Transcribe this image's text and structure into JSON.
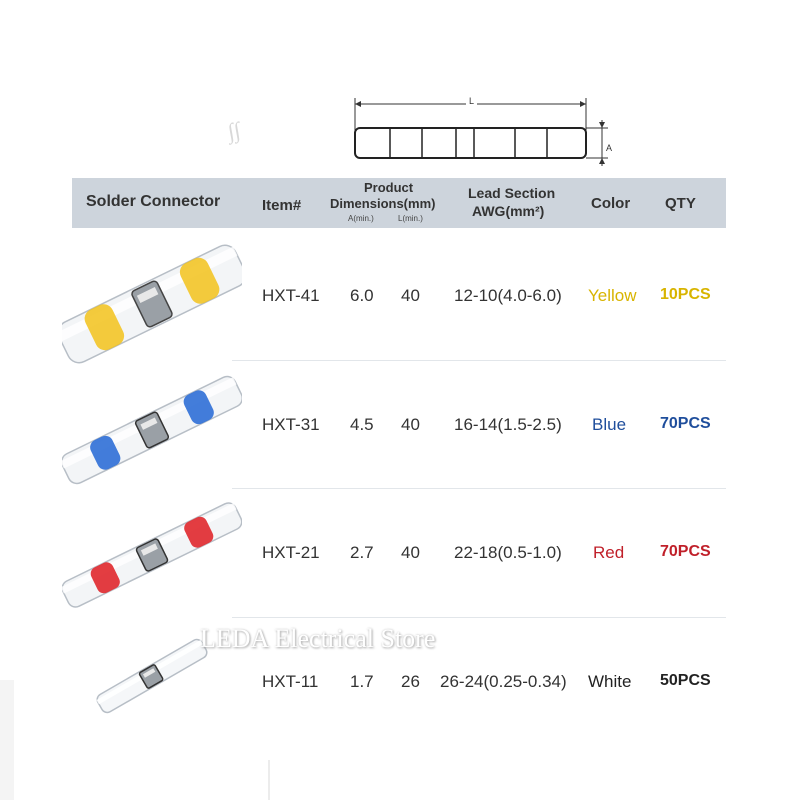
{
  "diagram": {
    "length_label": "L",
    "diameter_label": "A"
  },
  "header": {
    "col_connector": "Solder Connector",
    "col_item": "Item#",
    "col_dimensions_line1": "Product",
    "col_dimensions_line2": "Dimensions(mm)",
    "col_dim_a": "A(min.)",
    "col_dim_l": "L(min.)",
    "col_lead_line1": "Lead Section",
    "col_lead_line2": "AWG(mm²)",
    "col_color": "Color",
    "col_qty": "QTY"
  },
  "rows": [
    {
      "item": "HXT-41",
      "a": "6.0",
      "l": "40",
      "lead": "12-10(4.0-6.0)",
      "color": "Yellow",
      "qty": "10PCS",
      "text_color": "#d8b400",
      "band_color": "#f2c21b"
    },
    {
      "item": "HXT-31",
      "a": "4.5",
      "l": "40",
      "lead": "16-14(1.5-2.5)",
      "color": "Blue",
      "qty": "70PCS",
      "text_color": "#1f4e9c",
      "band_color": "#2f6fd6"
    },
    {
      "item": "HXT-21",
      "a": "2.7",
      "l": "40",
      "lead": "22-18(0.5-1.0)",
      "color": "Red",
      "qty": "70PCS",
      "text_color": "#c0202a",
      "band_color": "#e0282c"
    },
    {
      "item": "HXT-11",
      "a": "1.7",
      "l": "26",
      "lead": "26-24(0.25-0.34)",
      "color": "White",
      "qty": "50PCS",
      "text_color": "#222222",
      "band_color": "#ffffff"
    }
  ],
  "watermark": "LEDA Electrical Store"
}
